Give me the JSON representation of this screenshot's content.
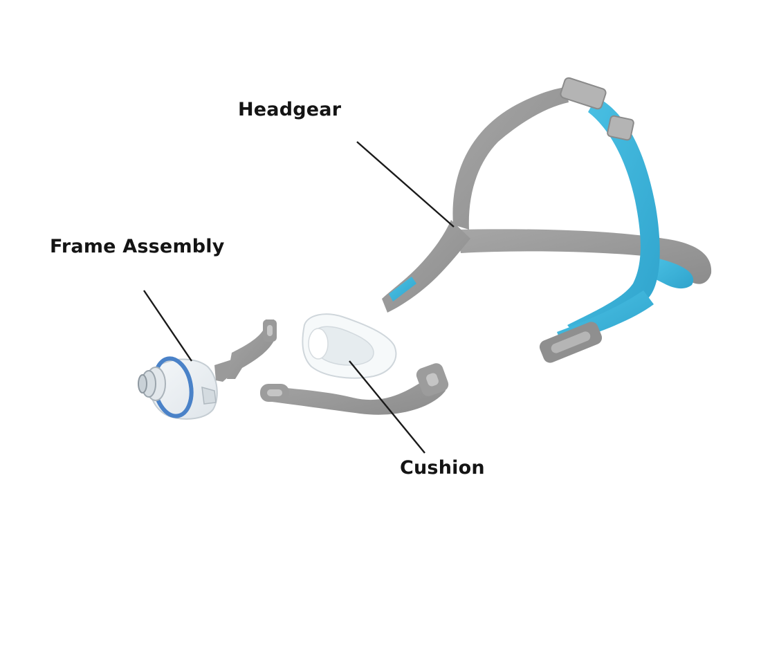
{
  "labels": {
    "headgear": "Headgear",
    "frame_assembly": "Frame Assembly",
    "cushion": "Cushion"
  },
  "colors": {
    "strap_gray": "#9a9a9a",
    "strap_blue": "#3fb6db",
    "leader_line": "#1a1a1a",
    "label_text": "#141414",
    "frame_blue": "#4a82c8"
  }
}
